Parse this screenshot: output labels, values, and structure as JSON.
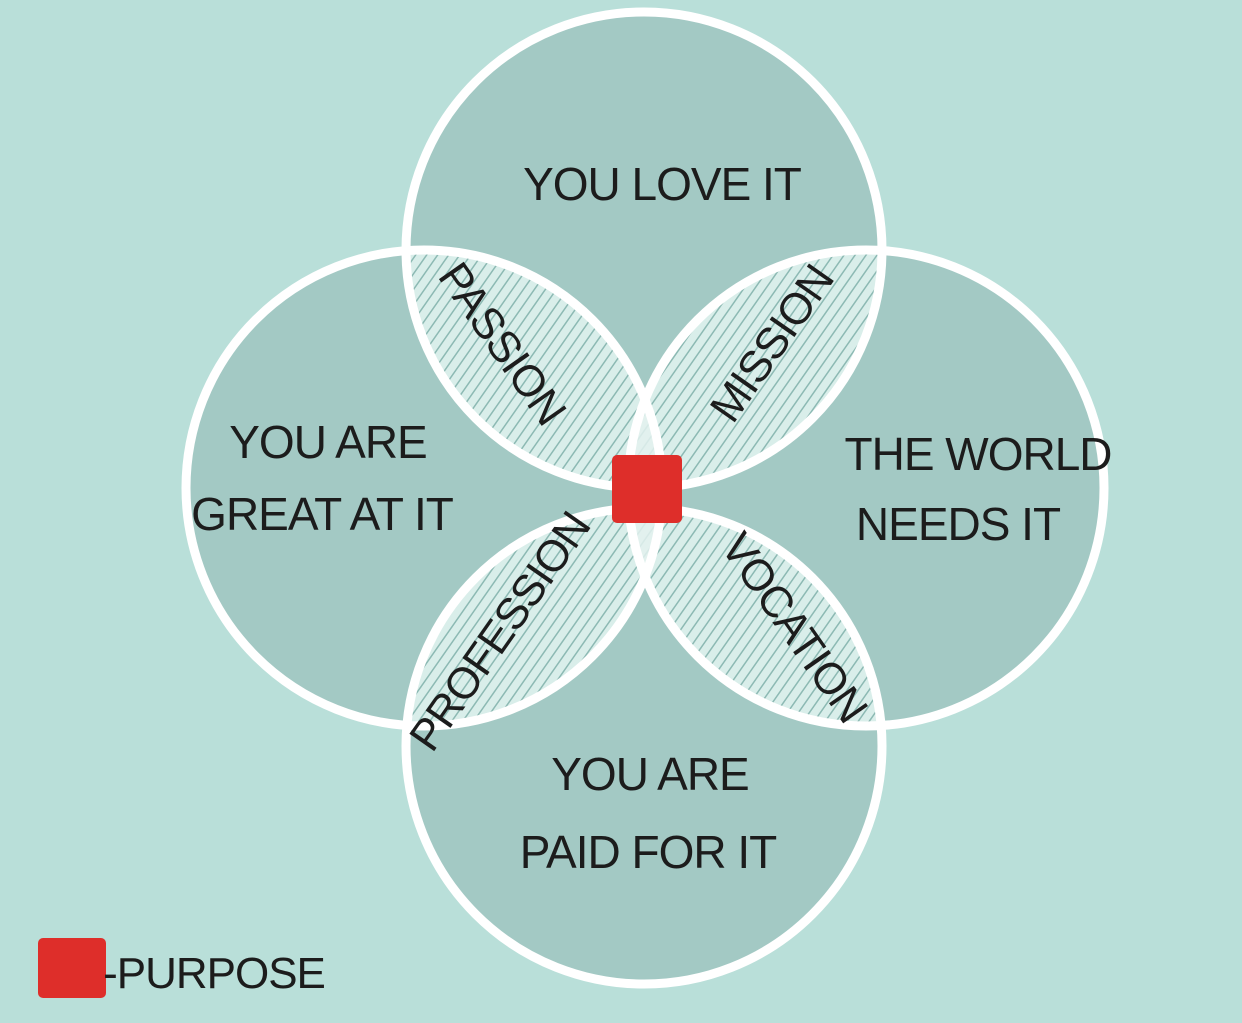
{
  "diagram": {
    "circles": {
      "top": "YOU LOVE IT",
      "left": [
        "YOU ARE",
        "GREAT AT IT"
      ],
      "right": [
        "THE WORLD",
        "NEEDS IT"
      ],
      "bottom": [
        "YOU ARE",
        "PAID FOR IT"
      ]
    },
    "intersections": {
      "top_left": "PASSION",
      "top_right": "MISSION",
      "bottom_left": "PROFESSION",
      "bottom_right": "VOCATION"
    },
    "center_marker": "purpose-square"
  },
  "legend": {
    "label": "-PURPOSE"
  },
  "colors": {
    "background": "#b9dfd9",
    "circle_fill": "#a3c9c4",
    "circle_stroke": "#ffffff",
    "intersection_fill": "#d9eeea",
    "intersection_hatch": "#8cb9b3",
    "center_fill": "#e8e8e2",
    "purpose": "#de2e2a",
    "text": "#1c1c1c"
  }
}
